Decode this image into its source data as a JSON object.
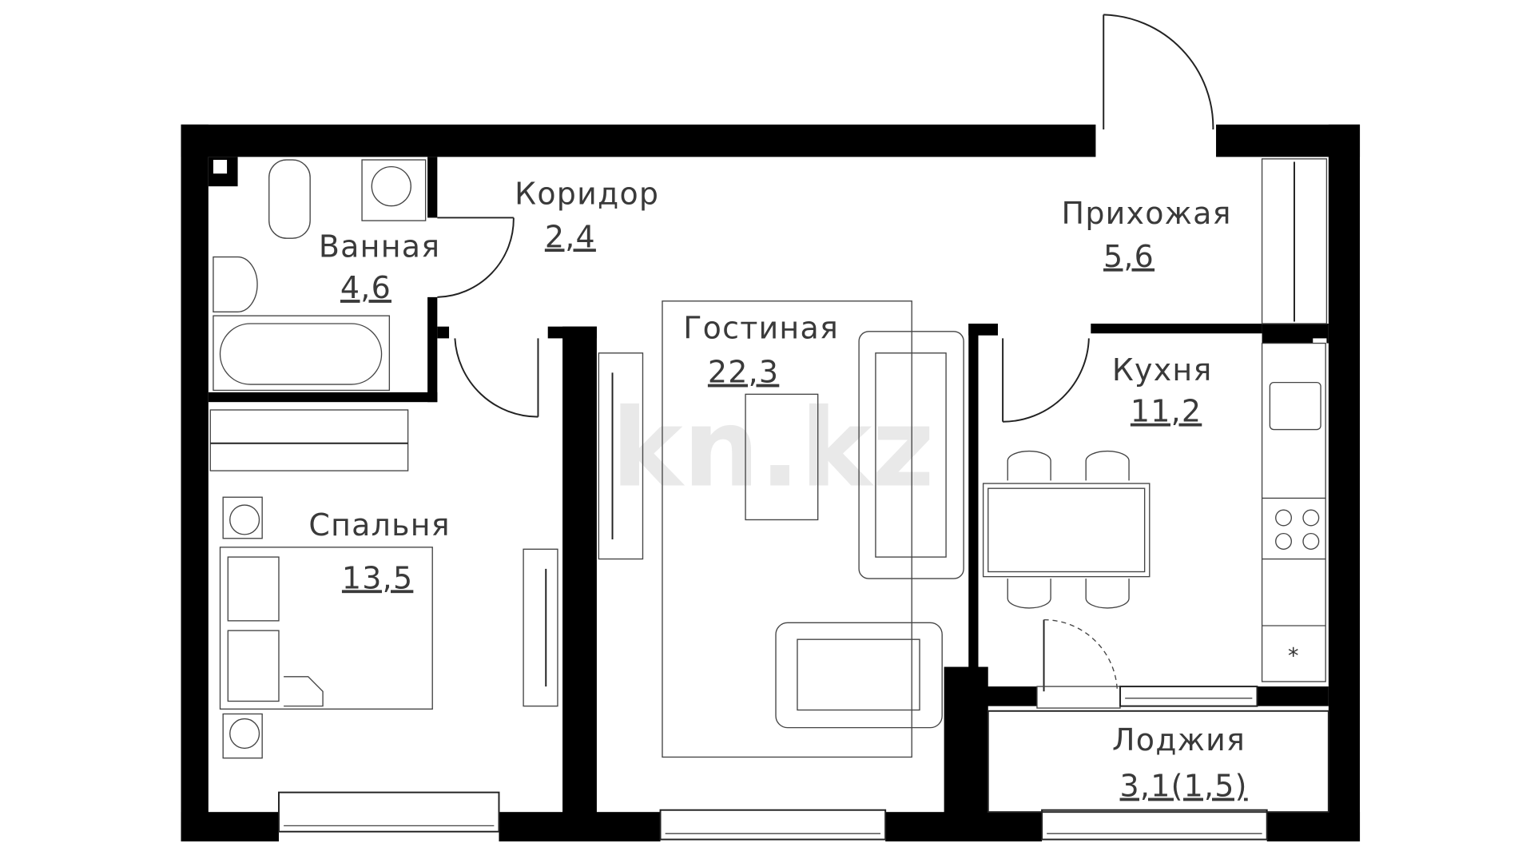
{
  "plan": {
    "watermark": "kn.kz",
    "rooms": [
      {
        "name": "Коридор",
        "area": "2,4"
      },
      {
        "name": "Ванная",
        "area": "4,6"
      },
      {
        "name": "Прихожая",
        "area": "5,6"
      },
      {
        "name": "Гостиная",
        "area": "22,3"
      },
      {
        "name": "Кухня",
        "area": "11,2"
      },
      {
        "name": "Спальня",
        "area": "13,5"
      },
      {
        "name": "Лоджия",
        "area": "3,1(1,5)"
      }
    ]
  }
}
